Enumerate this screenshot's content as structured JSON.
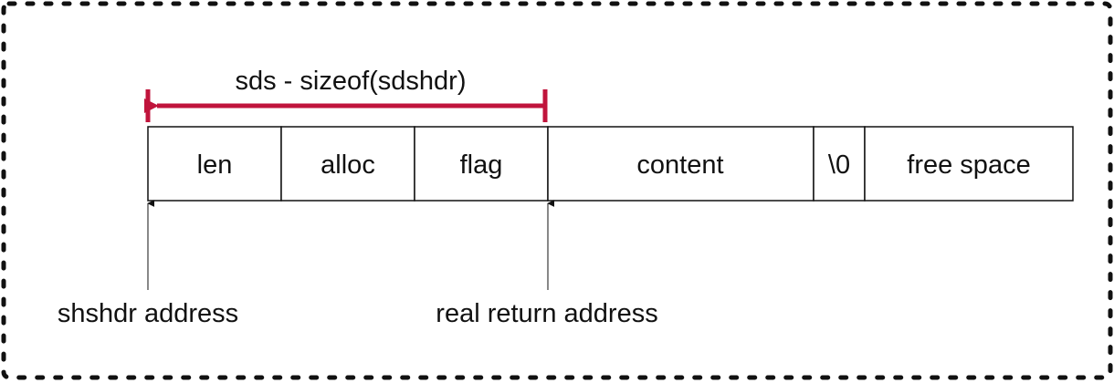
{
  "diagram": {
    "range_label": "sds - sizeof(sdshdr)",
    "cells": [
      {
        "label": "len"
      },
      {
        "label": "alloc"
      },
      {
        "label": "flag"
      },
      {
        "label": "content"
      },
      {
        "label": "\\0"
      },
      {
        "label": "free space"
      }
    ],
    "pointers": [
      {
        "label": "shshdr address"
      },
      {
        "label": "real return address"
      }
    ],
    "colors": {
      "range_arrow": "#c0143c",
      "border": "#111111",
      "frame": "#111111"
    }
  }
}
